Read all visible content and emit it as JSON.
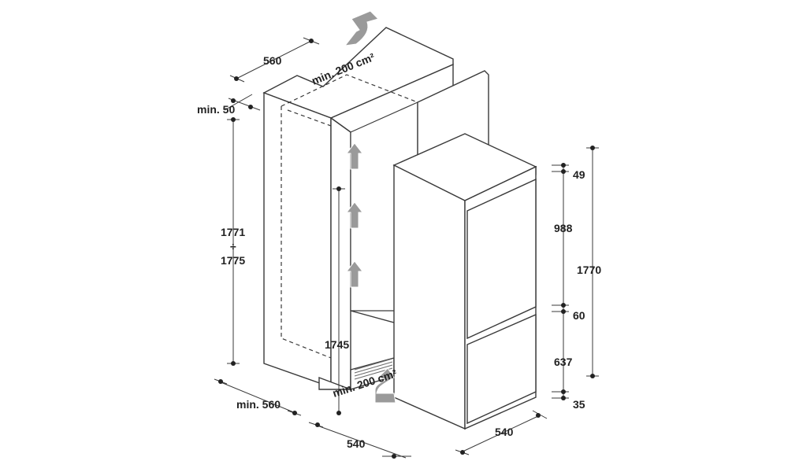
{
  "diagram": {
    "niche": {
      "width_top": "560",
      "vent_top": "min. 200 cm²",
      "top_clearance": "min. 50",
      "height_range_top": "1771",
      "height_range_sep": "÷",
      "height_range_bottom": "1775",
      "inner_height": "1745",
      "vent_bottom": "min. 200 cm²",
      "depth": "min. 560",
      "width_bottom": "540"
    },
    "appliance": {
      "top_gap": "49",
      "upper_door": "988",
      "door_gap": "60",
      "lower_door": "637",
      "bottom_gap": "35",
      "total_height": "1770",
      "width": "540"
    }
  }
}
